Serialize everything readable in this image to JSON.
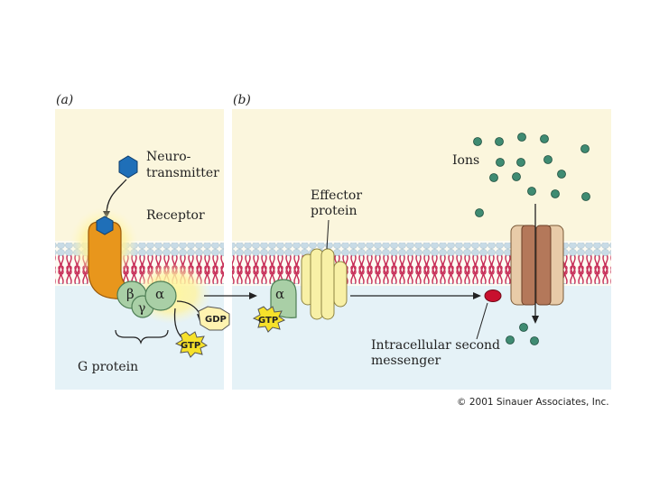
{
  "panels": {
    "a": "(a)",
    "b": "(b)"
  },
  "labels": {
    "neurotransmitter_line1": "Neuro-",
    "neurotransmitter_line2": "transmitter",
    "receptor": "Receptor",
    "g_protein": "G protein",
    "effector_line1": "Effector",
    "effector_line2": "protein",
    "ions": "Ions",
    "second_messenger_line1": "Intracellular second",
    "second_messenger_line2": "messenger"
  },
  "subunits": {
    "beta": "β",
    "alpha": "α",
    "gamma": "γ",
    "alpha_b": "α"
  },
  "badges": {
    "gdp": "GDP",
    "gtp_a": "GTP",
    "gtp_b": "GTP"
  },
  "copyright": "© 2001 Sinauer Associates, Inc.",
  "colors": {
    "extracellular": "#fbf6dd",
    "intracellular": "#e5f2f7",
    "lipid_head": "#c8dbe6",
    "lipid_tail": "#c72e58",
    "receptor": "#e8961c",
    "g_protein": "#a9cfa6",
    "effector": "#f8f0a6",
    "channel": "#e8cba8",
    "ion": "#3f8b72",
    "neurotransmitter": "#1f6fb8",
    "second_messenger": "#c8102e",
    "gtp_badge": "#f6e12a"
  }
}
